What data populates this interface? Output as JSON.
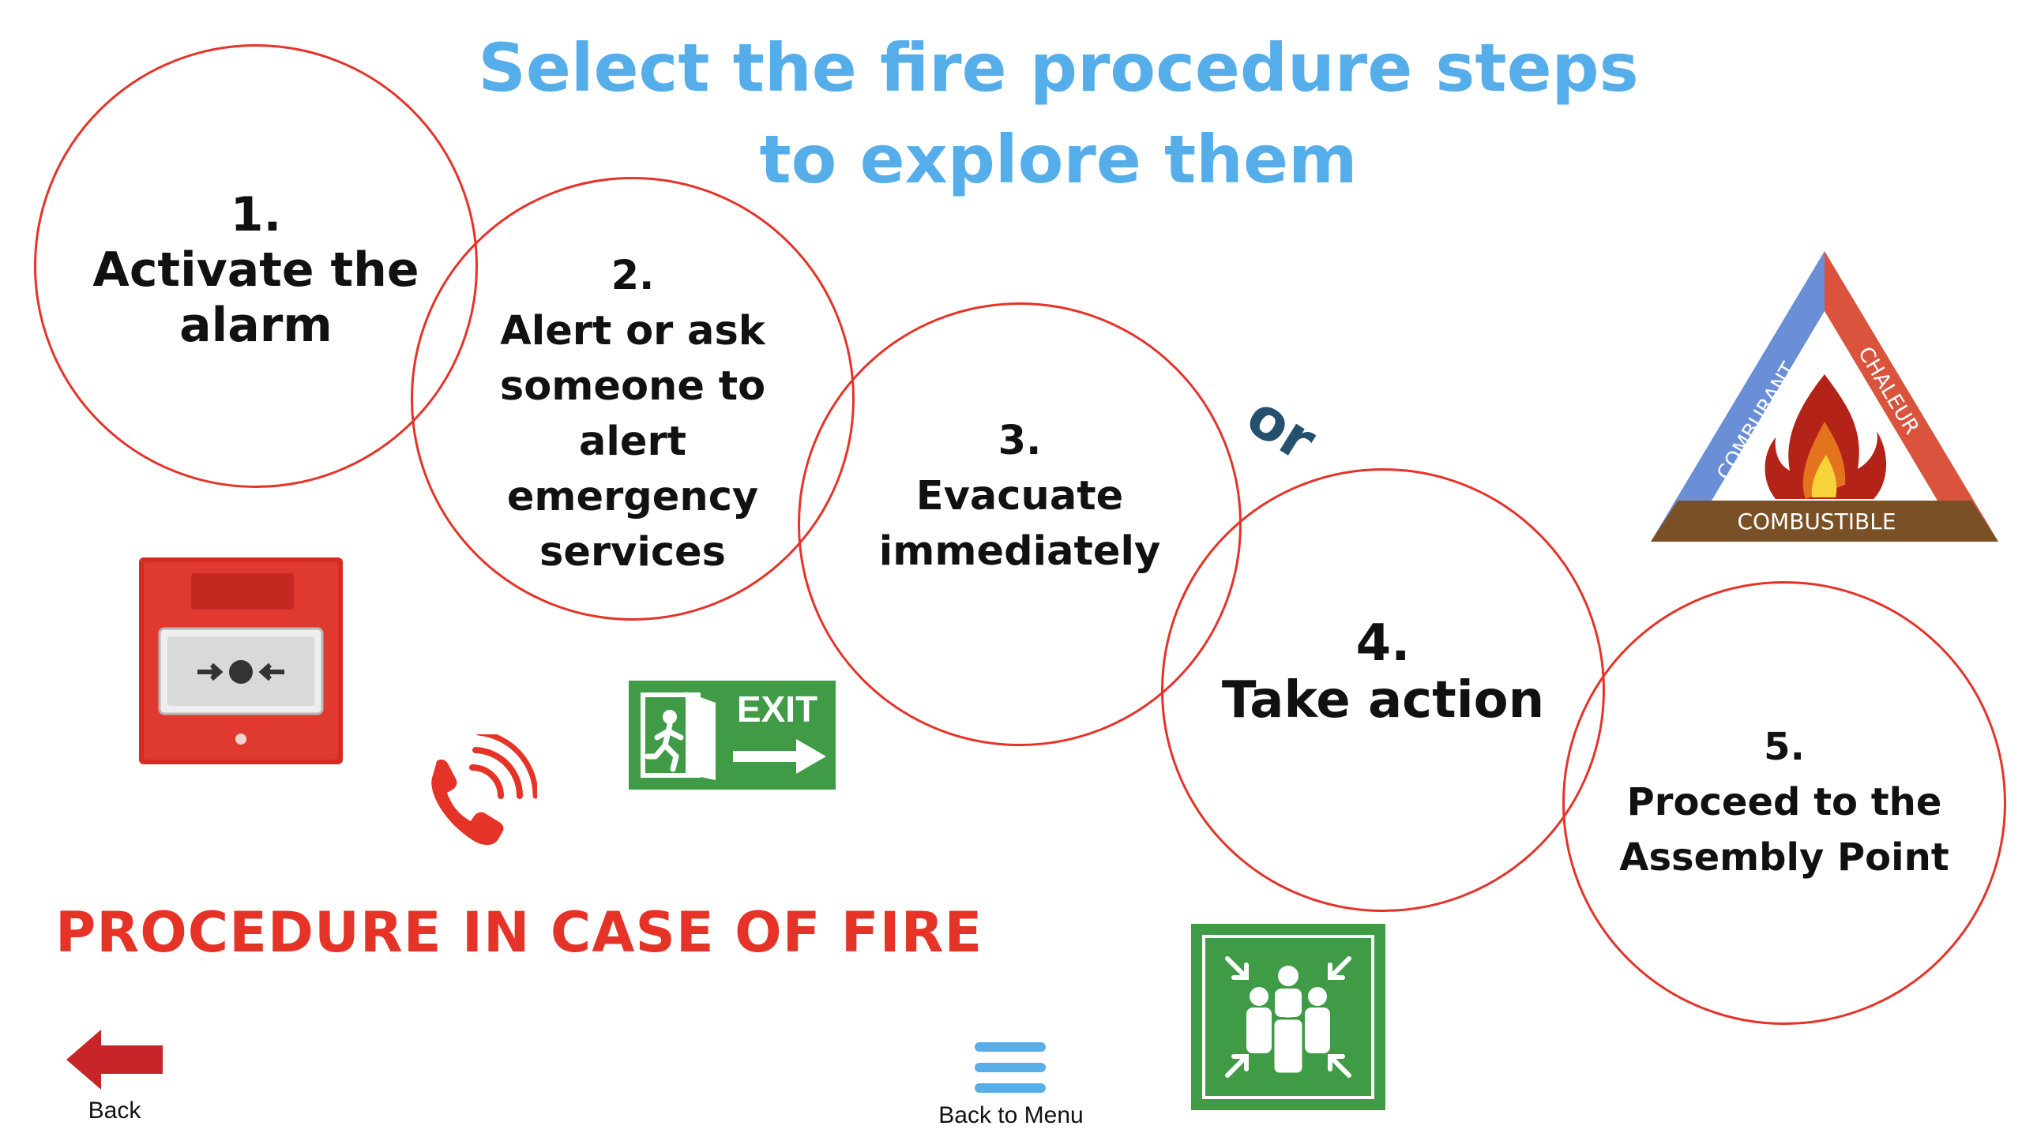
{
  "title": {
    "line1": "Select the fire procedure steps",
    "line2": "to explore them"
  },
  "steps": [
    {
      "number": "1.",
      "lines": [
        "Activate the",
        "alarm"
      ]
    },
    {
      "number": "2.",
      "lines": [
        "Alert or ask",
        "someone to",
        "alert",
        "emergency",
        "services"
      ]
    },
    {
      "number": "3.",
      "lines": [
        "Evacuate",
        "immediately"
      ]
    },
    {
      "number": "4.",
      "lines": [
        "Take action"
      ]
    },
    {
      "number": "5.",
      "lines": [
        "Proceed to the",
        "Assembly Point"
      ]
    }
  ],
  "or_label": "or",
  "procedure_heading": "PROCEDURE IN CASE OF FIRE",
  "exit_sign_text": "EXIT",
  "fire_triangle": {
    "left": "COMBURANT",
    "right": "CHALEUR",
    "bottom": "COMBUSTIBLE"
  },
  "nav": {
    "back_label": "Back",
    "menu_label": "Back to Menu"
  },
  "icons": {
    "alarm": "fire-alarm-call-point-icon",
    "phone": "phone-ringing-icon",
    "exit": "exit-sign-icon",
    "triangle": "fire-triangle-icon",
    "assembly": "assembly-point-icon",
    "back": "arrow-left-icon",
    "menu": "hamburger-menu-icon"
  },
  "colors": {
    "title": "#55aeea",
    "accent_red": "#e53328",
    "exit_green": "#3f9b46",
    "or_navy": "#24506e",
    "menu_blue": "#5aaee8"
  }
}
